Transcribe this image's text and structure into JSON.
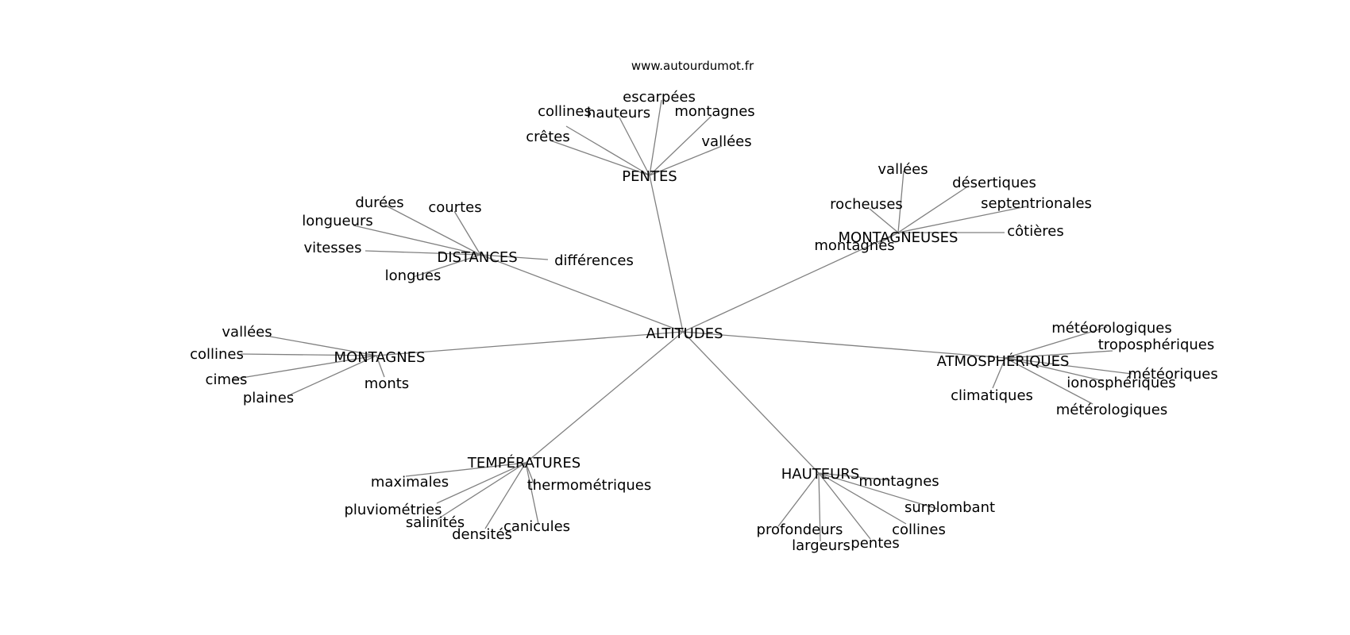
{
  "source": "www.autourdumot.fr",
  "colors": {
    "edge": "#808080",
    "text": "#000000",
    "background": "#ffffff"
  },
  "root": "ALTITUDES",
  "branches": [
    {
      "label": "PENTES",
      "children": [
        "collines",
        "hauteurs",
        "escarpées",
        "montagnes",
        "crêtes",
        "vallées"
      ]
    },
    {
      "label": "DISTANCES",
      "children": [
        "durées",
        "courtes",
        "longueurs",
        "vitesses",
        "différences",
        "longues"
      ]
    },
    {
      "label": "MONTAGNEUSES",
      "children": [
        "vallées",
        "désertiques",
        "rocheuses",
        "septentrionales",
        "côtières",
        "montagnes"
      ]
    },
    {
      "label": "MONTAGNES",
      "children": [
        "vallées",
        "collines",
        "cimes",
        "plaines",
        "monts"
      ]
    },
    {
      "label": "ATMOSPHÉRIQUES",
      "children": [
        "météorologiques",
        "troposphériques",
        "météoriques",
        "ionosphériques",
        "climatiques",
        "métérologiques"
      ]
    },
    {
      "label": "TEMPÉRATURES",
      "children": [
        "maximales",
        "thermométriques",
        "pluviométries",
        "salinités",
        "densités",
        "canicules"
      ]
    },
    {
      "label": "HAUTEURS",
      "children": [
        "montagnes",
        "surplombant",
        "profondeurs",
        "collines",
        "largeurs",
        "pentes"
      ]
    }
  ]
}
